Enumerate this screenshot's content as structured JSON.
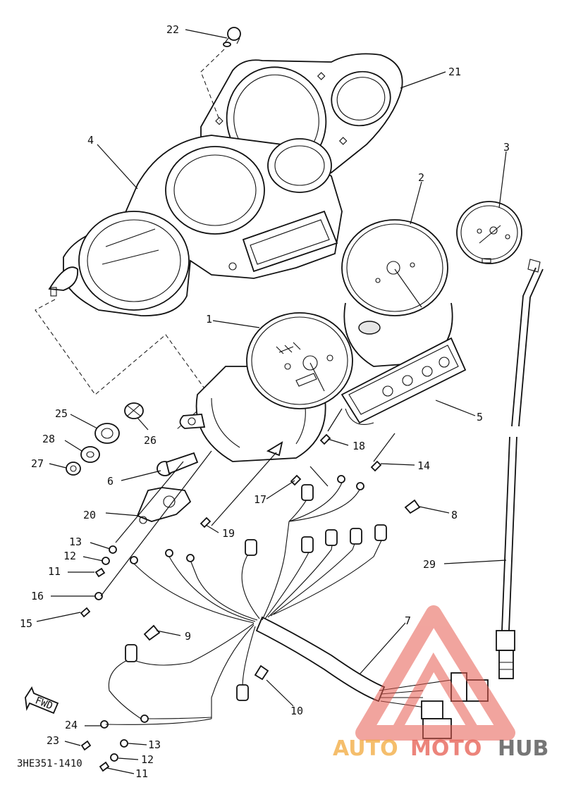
{
  "diagram": {
    "part_code": "3HE351-1410",
    "callouts": [
      {
        "id": "c1",
        "label": "1"
      },
      {
        "id": "c2",
        "label": "2"
      },
      {
        "id": "c3",
        "label": "3"
      },
      {
        "id": "c4",
        "label": "4"
      },
      {
        "id": "c5",
        "label": "5"
      },
      {
        "id": "c6",
        "label": "6"
      },
      {
        "id": "c7",
        "label": "7"
      },
      {
        "id": "c8",
        "label": "8"
      },
      {
        "id": "c9",
        "label": "9"
      },
      {
        "id": "c10",
        "label": "10"
      },
      {
        "id": "c11a",
        "label": "11"
      },
      {
        "id": "c11b",
        "label": "11"
      },
      {
        "id": "c12a",
        "label": "12"
      },
      {
        "id": "c12b",
        "label": "12"
      },
      {
        "id": "c13a",
        "label": "13"
      },
      {
        "id": "c13b",
        "label": "13"
      },
      {
        "id": "c14",
        "label": "14"
      },
      {
        "id": "c15",
        "label": "15"
      },
      {
        "id": "c16",
        "label": "16"
      },
      {
        "id": "c17",
        "label": "17"
      },
      {
        "id": "c18",
        "label": "18"
      },
      {
        "id": "c19",
        "label": "19"
      },
      {
        "id": "c20",
        "label": "20"
      },
      {
        "id": "c21",
        "label": "21"
      },
      {
        "id": "c22",
        "label": "22"
      },
      {
        "id": "c23",
        "label": "23"
      },
      {
        "id": "c24",
        "label": "24"
      },
      {
        "id": "c25",
        "label": "25"
      },
      {
        "id": "c26",
        "label": "26"
      },
      {
        "id": "c27",
        "label": "27"
      },
      {
        "id": "c28",
        "label": "28"
      },
      {
        "id": "c29",
        "label": "29"
      }
    ],
    "fwd_label": "FWD"
  },
  "watermark": {
    "text_part1": "AUTO",
    "text_part2": "MOTO",
    "text_part3": "HUB",
    "color1": "#f2a93b",
    "color2": "#e65b4f",
    "color3": "#555555"
  }
}
